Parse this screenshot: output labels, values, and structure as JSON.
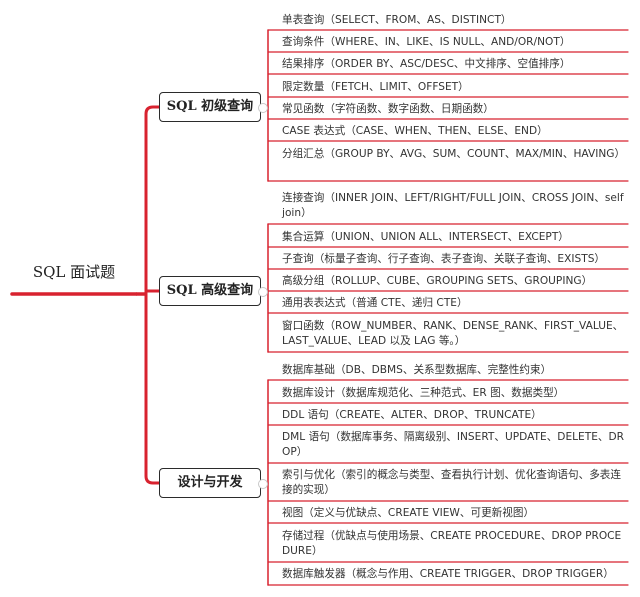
{
  "colors": {
    "connector": "#d8222f",
    "box_border": "#2b2b2b"
  },
  "root": {
    "label": "SQL 面试题"
  },
  "branches": [
    {
      "label": "SQL 初级查询",
      "items": [
        "单表查询（SELECT、FROM、AS、DISTINCT）",
        "查询条件（WHERE、IN、LIKE、IS NULL、AND/OR/NOT）",
        "结果排序（ORDER BY、ASC/DESC、中文排序、空值排序）",
        "限定数量（FETCH、LIMIT、OFFSET）",
        "常见函数（字符函数、数字函数、日期函数）",
        "CASE 表达式（CASE、WHEN、THEN、ELSE、END）",
        "分组汇总（GROUP BY、AVG、SUM、COUNT、MAX/MIN、HAVING）"
      ]
    },
    {
      "label": "SQL 高级查询",
      "items": [
        "连接查询（INNER JOIN、LEFT/RIGHT/FULL JOIN、CROSS JOIN、self join）",
        "集合运算（UNION、UNION ALL、INTERSECT、EXCEPT）",
        "子查询（标量子查询、行子查询、表子查询、关联子查询、EXISTS）",
        "高级分组（ROLLUP、CUBE、GROUPING SETS、GROUPING）",
        "通用表表达式（普通 CTE、递归 CTE）",
        "窗口函数（ROW_NUMBER、RANK、DENSE_RANK、FIRST_VALUE、LAST_VALUE、LEAD 以及 LAG 等。）"
      ]
    },
    {
      "label": "设计与开发",
      "items": [
        "数据库基础（DB、DBMS、关系型数据库、完整性约束）",
        "数据库设计（数据库规范化、三种范式、ER 图、数据类型）",
        "DDL 语句（CREATE、ALTER、DROP、TRUNCATE）",
        "DML 语句（数据库事务、隔离级别、INSERT、UPDATE、DELETE、DROP）",
        "索引与优化（索引的概念与类型、查看执行计划、优化查询语句、多表连接的实现）",
        "视图（定义与优缺点、CREATE VIEW、可更新视图）",
        "存储过程（优缺点与使用场景、CREATE PROCEDURE、DROP PROCEDURE）",
        "数据库触发器（概念与作用、CREATE TRIGGER、DROP TRIGGER）"
      ]
    }
  ]
}
